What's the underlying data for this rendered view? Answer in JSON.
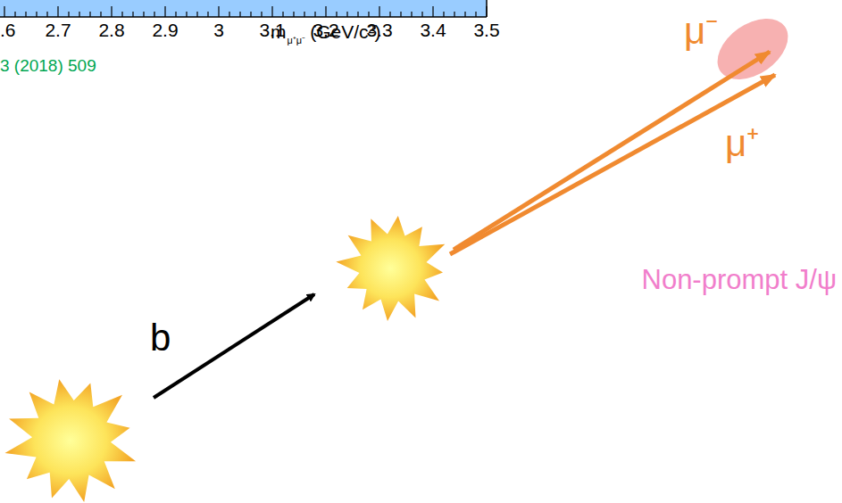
{
  "diagram": {
    "labels": [
      ".6",
      "2.7",
      "2.8",
      "2.9",
      "3",
      "3.1",
      "3.2",
      "3.3",
      "3.4",
      "3.5",
      "m",
      "μ⁺μ⁻",
      "(GeV/c²)",
      "3 (2018) 509",
      "b",
      "μ⁻",
      "μ⁺",
      "Non-prompt J/ψ"
    ]
  }
}
